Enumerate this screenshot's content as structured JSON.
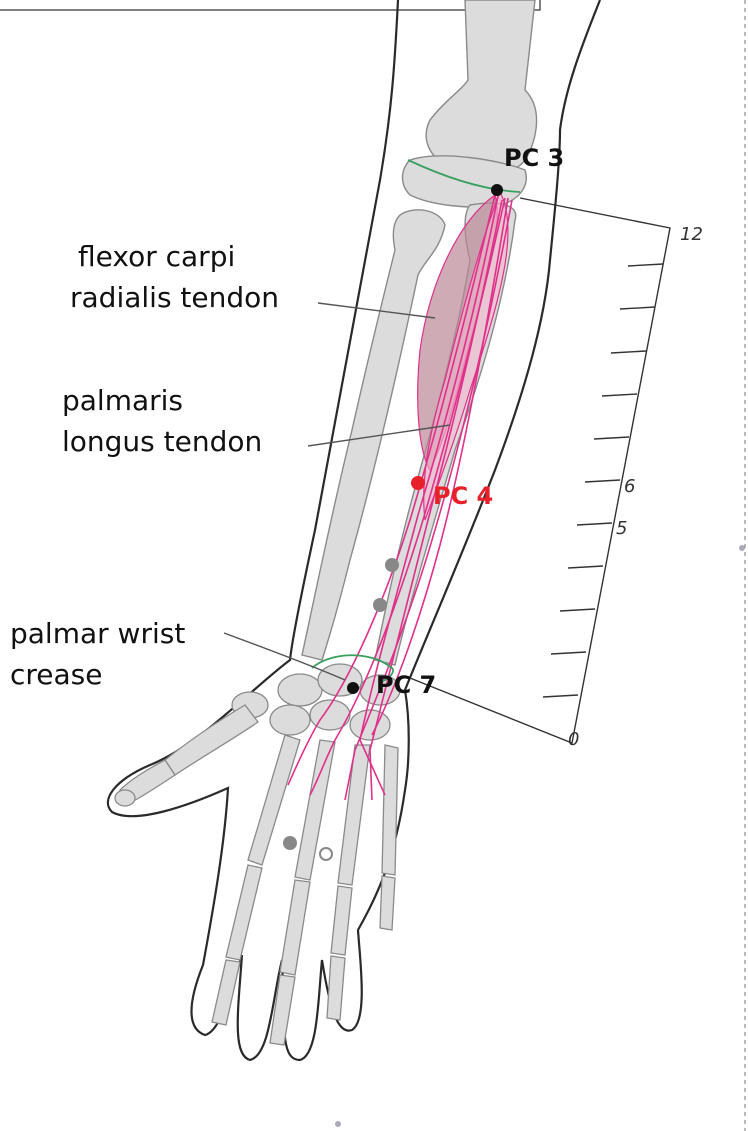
{
  "labels": {
    "flexor": [
      "flexor carpi",
      "radialis tendon"
    ],
    "palmaris": [
      "palmaris",
      "longus tendon"
    ],
    "wrist": [
      "palmar wrist",
      "crease"
    ]
  },
  "points": {
    "pc3": "PC 3",
    "pc4": "PC 4",
    "pc7": "PC 7"
  },
  "scale": {
    "ticks": [
      "12",
      "6",
      "5",
      "0"
    ]
  },
  "colors": {
    "outline": "#2a2a2a",
    "bone": "#dcdcdc",
    "bone_stroke": "#8a8a8a",
    "tendon": "#e0308a",
    "tendon_fill": "#f3b8cf",
    "muscle": "#b98896",
    "crease": "#3aa060",
    "highlight": "#e8202a"
  }
}
